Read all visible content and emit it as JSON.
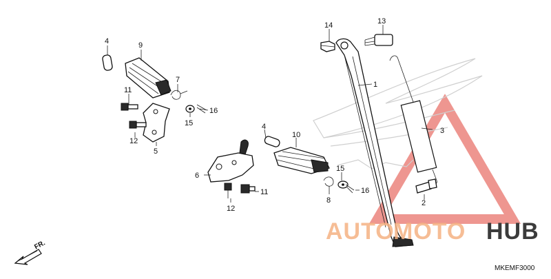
{
  "diagram": {
    "code": "MKEMF3000",
    "direction_label": "FR.",
    "watermark": {
      "part1": "AUTO",
      "part2": "MOTO",
      "part3": "HUB",
      "color_warm": "#f5b183",
      "color_dark": "#3b3b3b",
      "triangle_color": "#e8736b"
    },
    "callouts": [
      {
        "id": "c1",
        "text": "1"
      },
      {
        "id": "c2",
        "text": "2"
      },
      {
        "id": "c3",
        "text": "3"
      },
      {
        "id": "c4a",
        "text": "4"
      },
      {
        "id": "c4b",
        "text": "4"
      },
      {
        "id": "c5",
        "text": "5"
      },
      {
        "id": "c6",
        "text": "6"
      },
      {
        "id": "c7",
        "text": "7"
      },
      {
        "id": "c8",
        "text": "8"
      },
      {
        "id": "c9",
        "text": "9"
      },
      {
        "id": "c10",
        "text": "10"
      },
      {
        "id": "c11a",
        "text": "11"
      },
      {
        "id": "c11b",
        "text": "11"
      },
      {
        "id": "c12a",
        "text": "12"
      },
      {
        "id": "c12b",
        "text": "12"
      },
      {
        "id": "c13",
        "text": "13"
      },
      {
        "id": "c14",
        "text": "14"
      },
      {
        "id": "c15a",
        "text": "15"
      },
      {
        "id": "c15b",
        "text": "15"
      },
      {
        "id": "c16a",
        "text": "16"
      },
      {
        "id": "c16b",
        "text": "16"
      }
    ]
  }
}
